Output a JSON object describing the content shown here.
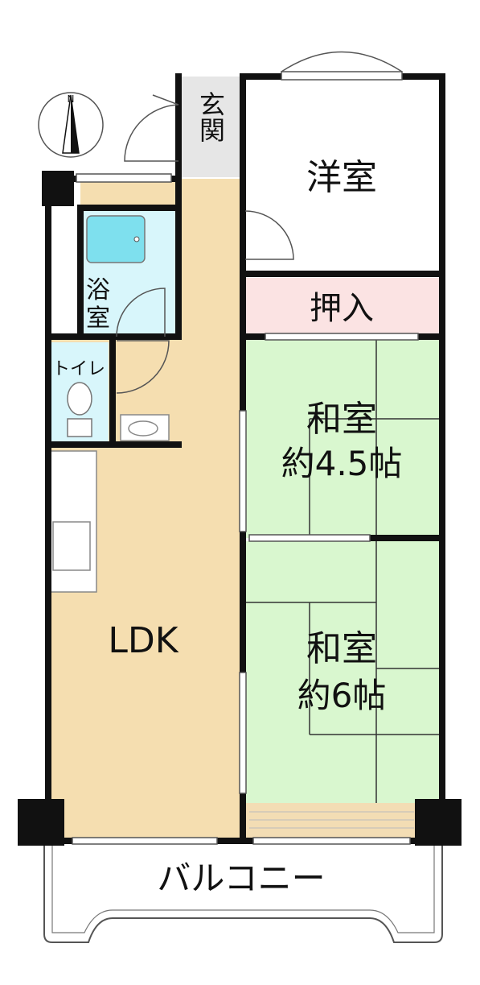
{
  "compass": {
    "north_label": "N"
  },
  "rooms": {
    "entrance": {
      "label": "玄関"
    },
    "western": {
      "label": "洋室"
    },
    "closet": {
      "label": "押入"
    },
    "bath": {
      "label_line1": "浴",
      "label_line2": "室"
    },
    "toilet": {
      "label": "トイレ"
    },
    "washitsu_a": {
      "label_line1": "和室",
      "label_line2": "約4.5帖"
    },
    "washitsu_b": {
      "label_line1": "和室",
      "label_line2": "約6帖"
    },
    "ldk": {
      "label": "LDK"
    },
    "balcony": {
      "label": "バルコニー"
    }
  },
  "colors": {
    "wall": "#111111",
    "ldk": "#f5deb0",
    "tatami": "#d9f7cf",
    "closet": "#fbe3e3",
    "wet": "#d8f6fb",
    "entrance": "#e6e6e6",
    "engawa": "#f3ddb4"
  }
}
